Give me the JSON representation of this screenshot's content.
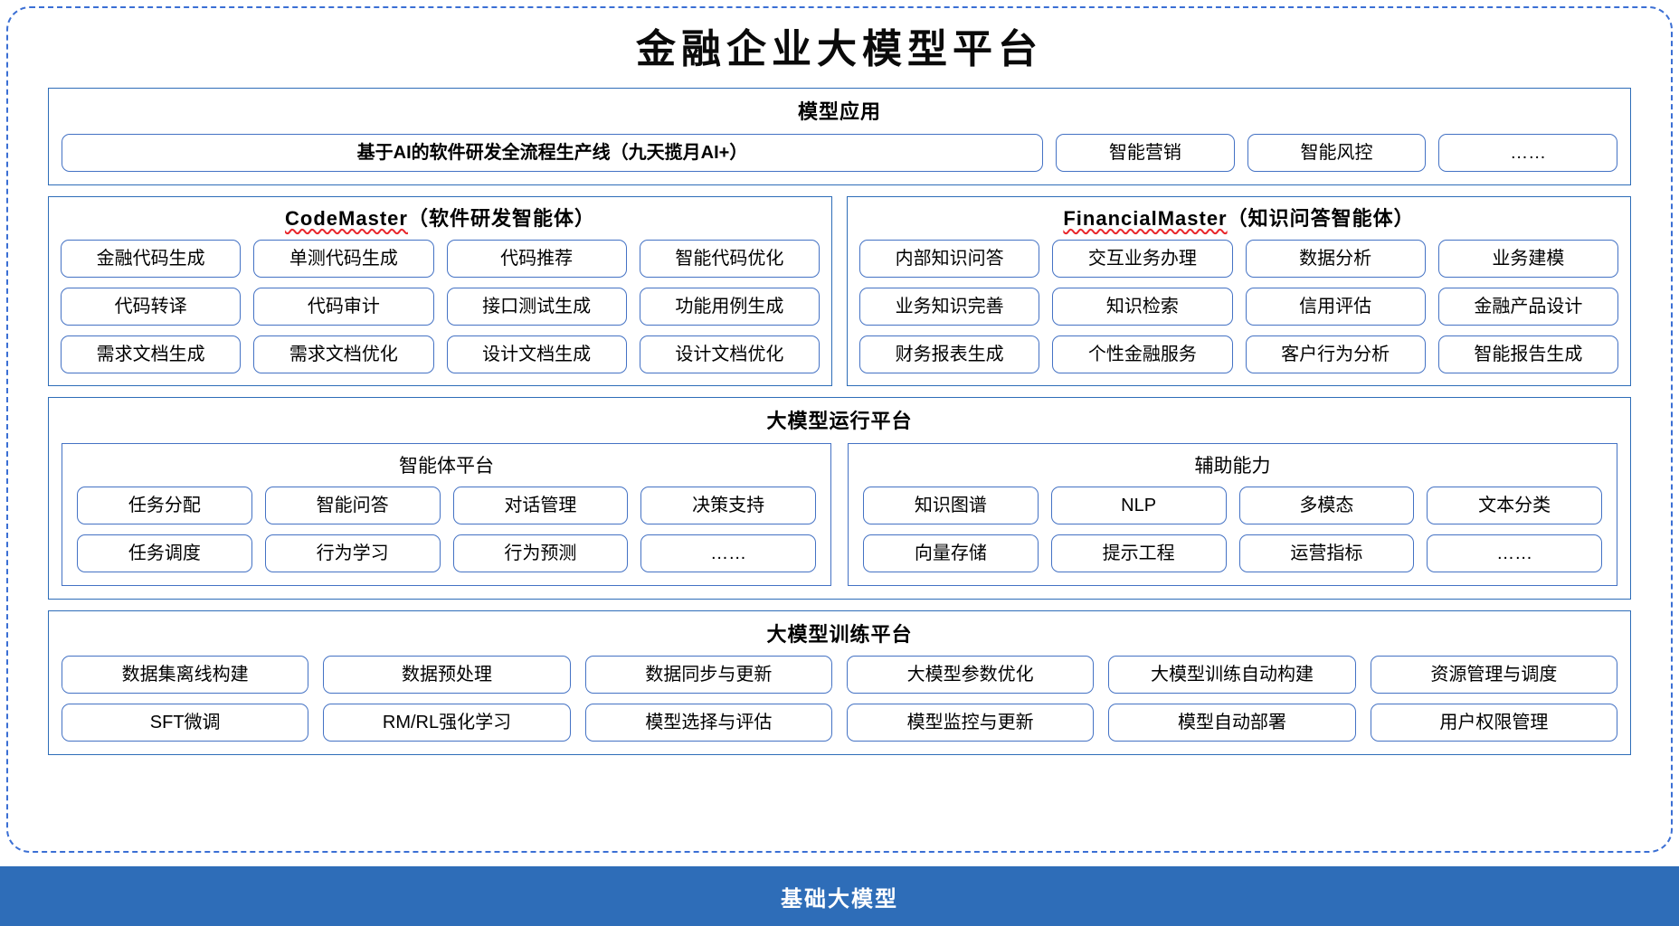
{
  "title": "金融企业大模型平台",
  "colors": {
    "frame_border": "#3B6FD4",
    "section_border": "#2E6DB8",
    "pill_border": "#4472C4",
    "footer_bg": "#2E6DB8",
    "spellcheck_underline": "#e8262b"
  },
  "model_application": {
    "title": "模型应用",
    "items": [
      "基于AI的软件研发全流程生产线（九天揽月AI+）",
      "智能营销",
      "智能风控",
      "……"
    ]
  },
  "agents": [
    {
      "name": "CodeMaster",
      "suffix": "（软件研发智能体）",
      "items": [
        "金融代码生成",
        "单测代码生成",
        "代码推荐",
        "智能代码优化",
        "代码转译",
        "代码审计",
        "接口测试生成",
        "功能用例生成",
        "需求文档生成",
        "需求文档优化",
        "设计文档生成",
        "设计文档优化"
      ]
    },
    {
      "name": "FinancialMaster",
      "suffix": "（知识问答智能体）",
      "items": [
        "内部知识问答",
        "交互业务办理",
        "数据分析",
        "业务建模",
        "业务知识完善",
        "知识检索",
        "信用评估",
        "金融产品设计",
        "财务报表生成",
        "个性金融服务",
        "客户行为分析",
        "智能报告生成"
      ]
    }
  ],
  "runtime_platform": {
    "title": "大模型运行平台",
    "panels": [
      {
        "title": "智能体平台",
        "items": [
          "任务分配",
          "智能问答",
          "对话管理",
          "决策支持",
          "任务调度",
          "行为学习",
          "行为预测",
          "……"
        ]
      },
      {
        "title": "辅助能力",
        "items": [
          "知识图谱",
          "NLP",
          "多模态",
          "文本分类",
          "向量存储",
          "提示工程",
          "运营指标",
          "……"
        ]
      }
    ]
  },
  "training_platform": {
    "title": "大模型训练平台",
    "items": [
      "数据集离线构建",
      "数据预处理",
      "数据同步与更新",
      "大模型参数优化",
      "大模型训练自动构建",
      "资源管理与调度",
      "SFT微调",
      "RM/RL强化学习",
      "模型选择与评估",
      "模型监控与更新",
      "模型自动部署",
      "用户权限管理"
    ]
  },
  "footer": {
    "label": "基础大模型"
  }
}
